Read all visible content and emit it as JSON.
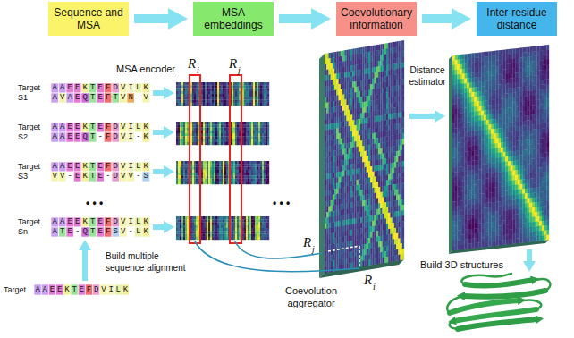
{
  "diagram": {
    "nodes": [
      {
        "text": [
          "Sequence and MSA"
        ]
      },
      {
        "text": [
          "MSA embeddings"
        ]
      },
      {
        "text": [
          "Coevolutionary information"
        ]
      },
      {
        "text": [
          "Inter-residue distance"
        ]
      }
    ],
    "edges": [
      {
        "from": 0,
        "to": 1,
        "arrow": "to"
      },
      {
        "from": 1,
        "to": 2,
        "arrow": "to"
      },
      {
        "from": 2,
        "to": 3,
        "arrow": "to"
      }
    ],
    "labels": [
      "Target",
      "AAEEKTEFDVILK",
      "S1",
      "AVAEQTEFTVN-V",
      "Target",
      "AAEEKTEFDVILK",
      "S2",
      "AAEEQT-FDVI-K",
      "Target",
      "AAEEKTEFDVILK",
      "S3",
      "VV-EKTE-DVV-S",
      "• • •",
      "Target",
      "AAEEKTEFDVILK",
      "Sn",
      "ATE-QTEFSV-LK",
      "Target",
      "AAEEKTEFDVILK",
      "Build multiple sequence alignment",
      "MSA encoder",
      "R",
      "i",
      "R",
      "j",
      "• • •",
      "R",
      "j",
      "R",
      "i",
      "Coevolution aggregator",
      "Distance estimator",
      "Build 3D structures"
    ]
  }
}
